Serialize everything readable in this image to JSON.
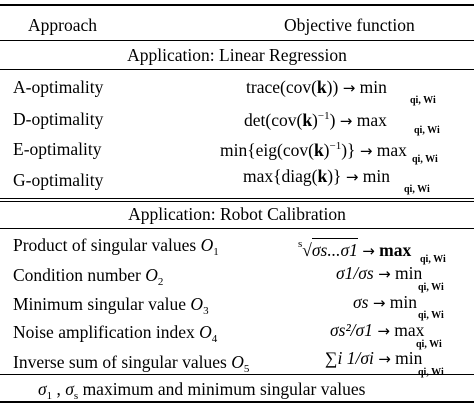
{
  "header": {
    "col1": "Approach",
    "col2": "Objective function"
  },
  "sections": {
    "linear": "Application: Linear Regression",
    "robot": "Application: Robot Calibration"
  },
  "linear_rows": [
    {
      "approach": "A-optimality",
      "pre": "trace(cov(",
      "k": "k",
      "post": "))",
      "op": "min",
      "sub": "qi, Wi"
    },
    {
      "approach": "D-optimality",
      "pre": "det(cov(",
      "k": "k",
      "post": ")",
      "exp": "−1",
      "tail": ")",
      "op": "max",
      "sub": "qi, Wi"
    },
    {
      "approach": "E-optimality",
      "pre": "min{eig(cov(",
      "k": "k",
      "post": ")",
      "exp": "−1",
      "tail": ")}",
      "op": "max",
      "sub": "qi, Wi"
    },
    {
      "approach": "G-optimality",
      "pre": "max{diag(",
      "k": "k",
      "post": ")}",
      "op": "min",
      "sub": "qi, Wi"
    }
  ],
  "robot_rows": [
    {
      "approach": "Product of singular values",
      "sym": "O",
      "idx": "1",
      "expr_root": "s",
      "expr": "σs...σ1",
      "op": "max",
      "sub": "qi, Wi"
    },
    {
      "approach": "Condition number",
      "sym": "O",
      "idx": "2",
      "expr": "σ1/σs",
      "op": "min",
      "sub": "qi, Wi"
    },
    {
      "approach": "Minimum singular value",
      "sym": "O",
      "idx": "3",
      "expr": "σs",
      "op": "min",
      "sub": "qi, Wi"
    },
    {
      "approach": "Noise amplification index",
      "sym": "O",
      "idx": "4",
      "expr": "σs²/σ1",
      "op": "max",
      "sub": "qi, Wi"
    },
    {
      "approach": "Inverse sum of singular values",
      "sym": "O",
      "idx": "5",
      "expr": "∑i 1/σi",
      "op": "min",
      "sub": "qi, Wi"
    }
  ],
  "footnote": {
    "sym1": "σ",
    "sub1": "1",
    "sep": " , ",
    "sym2": "σ",
    "sub2": "s",
    "text": "maximum and minimum singular values"
  },
  "glyphs": {
    "arrow": "→"
  }
}
